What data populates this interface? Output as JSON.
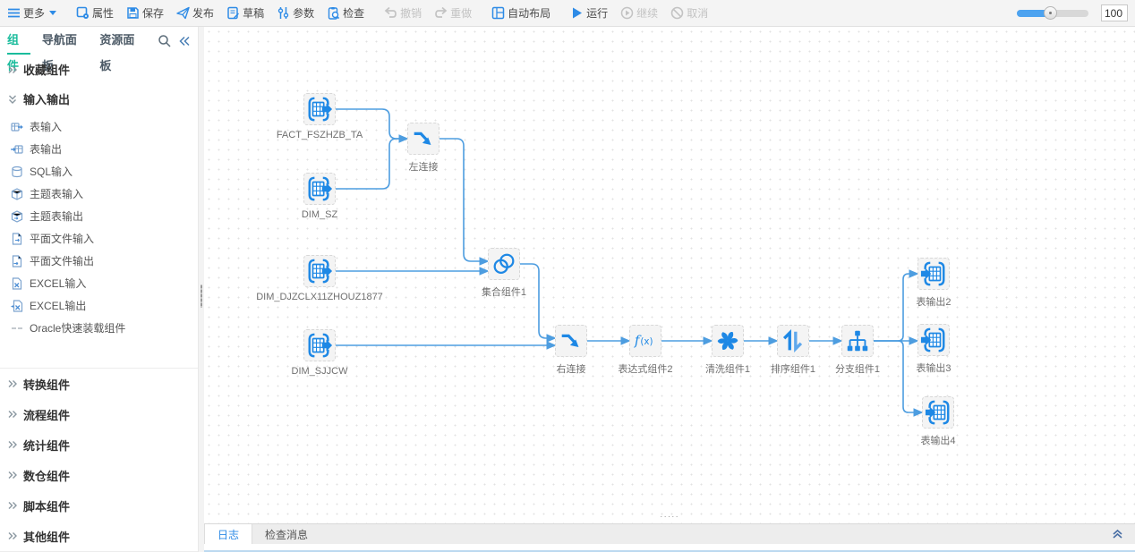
{
  "toolbar": {
    "more": {
      "label": "更多"
    },
    "buttons": [
      {
        "label": "属性",
        "icon": "properties-icon",
        "disabled": false
      },
      {
        "label": "保存",
        "icon": "save-icon",
        "disabled": false
      },
      {
        "label": "发布",
        "icon": "publish-icon",
        "disabled": false
      },
      {
        "label": "草稿",
        "icon": "draft-icon",
        "disabled": false
      },
      {
        "label": "参数",
        "icon": "parameters-icon",
        "disabled": false
      },
      {
        "label": "检查",
        "icon": "check-icon",
        "disabled": false
      },
      {
        "label": "撤销",
        "icon": "undo-icon",
        "disabled": true
      },
      {
        "label": "重做",
        "icon": "redo-icon",
        "disabled": true
      },
      {
        "label": "自动布局",
        "icon": "auto-layout-icon",
        "disabled": false
      },
      {
        "label": "运行",
        "icon": "run-icon",
        "disabled": false
      },
      {
        "label": "继续",
        "icon": "resume-icon",
        "disabled": true
      },
      {
        "label": "取消",
        "icon": "cancel-icon",
        "disabled": true
      }
    ],
    "zoom_value": "100"
  },
  "sidebar": {
    "tabs": [
      {
        "label": "组件",
        "active": true
      },
      {
        "label": "导航面板",
        "active": false
      },
      {
        "label": "资源面板",
        "active": false
      }
    ],
    "sections_top": [
      {
        "label": "收藏组件",
        "state": "collapsed"
      },
      {
        "label": "输入输出",
        "state": "expanded"
      }
    ],
    "io_items": [
      {
        "label": "表输入",
        "icon": "table-input-icon"
      },
      {
        "label": "表输出",
        "icon": "table-output-icon"
      },
      {
        "label": "SQL输入",
        "icon": "sql-input-icon"
      },
      {
        "label": "主题表输入",
        "icon": "subject-table-input-icon"
      },
      {
        "label": "主题表输出",
        "icon": "subject-table-output-icon"
      },
      {
        "label": "平面文件输入",
        "icon": "flat-file-input-icon"
      },
      {
        "label": "平面文件输出",
        "icon": "flat-file-output-icon"
      },
      {
        "label": "EXCEL输入",
        "icon": "excel-input-icon"
      },
      {
        "label": "EXCEL输出",
        "icon": "excel-output-icon"
      },
      {
        "label": "Oracle快速装载组件",
        "icon": "oracle-fast-load-icon"
      }
    ],
    "sections_bottom": [
      "转换组件",
      "流程组件",
      "统计组件",
      "数仓组件",
      "脚本组件",
      "其他组件"
    ]
  },
  "canvas": {
    "nodes": [
      {
        "label": "FACT_FSZHZB_TA",
        "type": "table-input"
      },
      {
        "label": "DIM_SZ",
        "type": "table-input"
      },
      {
        "label": "左连接",
        "type": "join"
      },
      {
        "label": "DIM_DJZCLX11ZHOUZ1877",
        "type": "table-input"
      },
      {
        "label": "集合组件1",
        "type": "set"
      },
      {
        "label": "DIM_SJJCW",
        "type": "table-input"
      },
      {
        "label": "右连接",
        "type": "join"
      },
      {
        "label": "表达式组件2",
        "type": "expression"
      },
      {
        "label": "清洗组件1",
        "type": "clean"
      },
      {
        "label": "排序组件1",
        "type": "sort"
      },
      {
        "label": "分支组件1",
        "type": "branch"
      },
      {
        "label": "表输出2",
        "type": "table-output"
      },
      {
        "label": "表输出3",
        "type": "table-output"
      },
      {
        "label": "表输出4",
        "type": "table-output"
      }
    ]
  },
  "bottom_panel": {
    "tabs": [
      {
        "label": "日志",
        "active": true
      },
      {
        "label": "检查消息",
        "active": false
      }
    ]
  },
  "colors": {
    "accent_blue": "#2E8BE6",
    "node_blue": "#1E88E5",
    "edge_blue": "#4D9DE0",
    "tab_teal": "#1ABC9C",
    "disabled_gray": "#C3C3C3"
  }
}
